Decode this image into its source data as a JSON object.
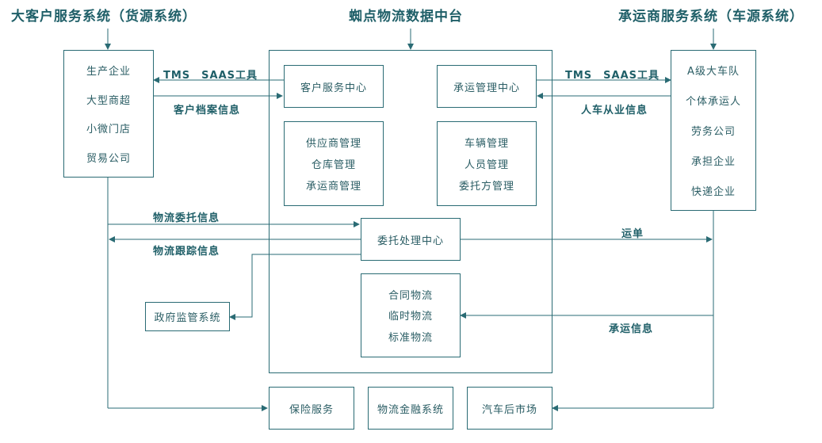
{
  "titles": {
    "cargo": "大客户服务系统（货源系统）",
    "center": "蜘点物流数据中台",
    "carrier": "承运商服务系统（车源系统）"
  },
  "cargo_items": [
    "生产企业",
    "大型商超",
    "小微门店",
    "贸易公司"
  ],
  "carrier_items": [
    "A级大车队",
    "个体承运人",
    "劳务公司",
    "承担企业",
    "快递企业"
  ],
  "customer_center": "客户服务中心",
  "carrier_center": "承运管理中心",
  "supplier_mgmt": [
    "供应商管理",
    "仓库管理",
    "承运商管理"
  ],
  "vehicle_mgmt": [
    "车辆管理",
    "人员管理",
    "委托方管理"
  ],
  "order_center": "委托处理中心",
  "contract_box": [
    "合同物流",
    "临时物流",
    "标准物流"
  ],
  "gov_system": "政府监管系统",
  "bottom_boxes": [
    "保险服务",
    "物流金融系统",
    "汽车后市场"
  ],
  "labels": {
    "tms_left": "TMS　SAAS工具",
    "client_files": "客户档案信息",
    "tms_right": "TMS　SAAS工具",
    "driver_info": "人车从业信息",
    "order_info": "物流委托信息",
    "tracking_info": "物流跟踪信息",
    "waybill": "运单",
    "carrier_info": "承运信息"
  },
  "colors": {
    "line": "#2a6b74",
    "text": "#1f5f68"
  }
}
